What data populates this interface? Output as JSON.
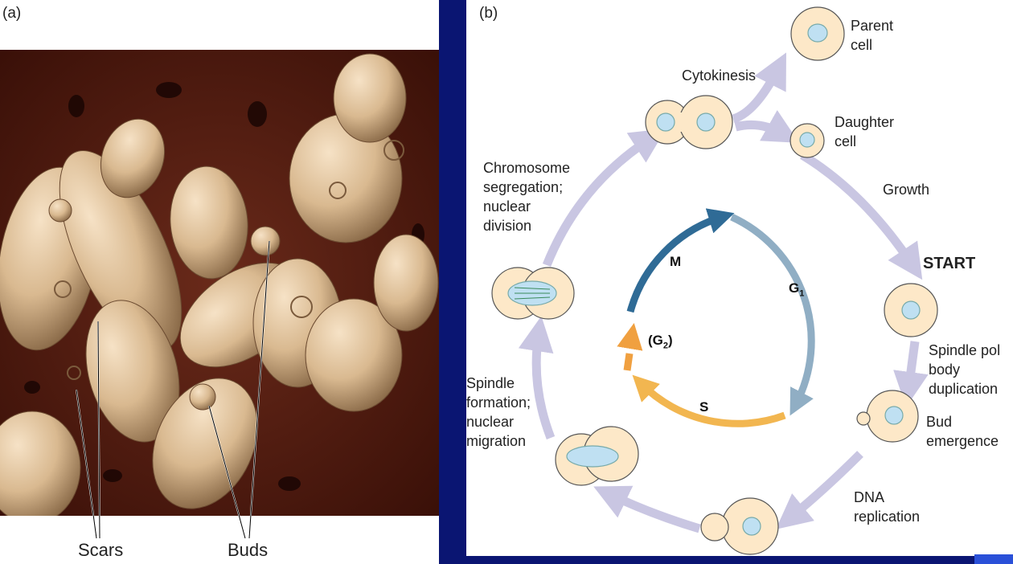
{
  "panel_a": {
    "label": "(a)",
    "annotations": {
      "scars": "Scars",
      "buds": "Buds"
    }
  },
  "panel_b": {
    "label": "(b)",
    "stages": {
      "parent_cell": [
        "Parent",
        "cell"
      ],
      "cytokinesis": [
        "Cytokinesis"
      ],
      "daughter_cell": [
        "Daughter",
        "cell"
      ],
      "growth": [
        "Growth"
      ],
      "start": [
        "START"
      ],
      "spindle_pole": [
        "Spindle pol",
        "body",
        "duplication"
      ],
      "bud_emergence": [
        "Bud",
        "emergence"
      ],
      "dna_replication": [
        "DNA",
        "replication"
      ],
      "spindle_formation": [
        "Spindle",
        "formation;",
        "nuclear",
        "migration"
      ],
      "chromosome_segregation": [
        "Chromosome",
        "segregation;",
        "nuclear",
        "division"
      ]
    },
    "phases": {
      "m": "M",
      "g1": "G",
      "g1_sub": "1",
      "g2_open": "(G",
      "g2_sub": "2",
      "g2_close": ")",
      "s": "S"
    },
    "colors": {
      "cycle_arrow": "#c9c6e2",
      "m_phase": "#2f6b96",
      "g1_phase": "#90aec4",
      "s_phase": "#f2b650",
      "g2_phase": "#f0a040",
      "cell_fill": "#fde8c8",
      "nucleus": "#bfe0f2",
      "background_page": "#0a1572"
    }
  }
}
